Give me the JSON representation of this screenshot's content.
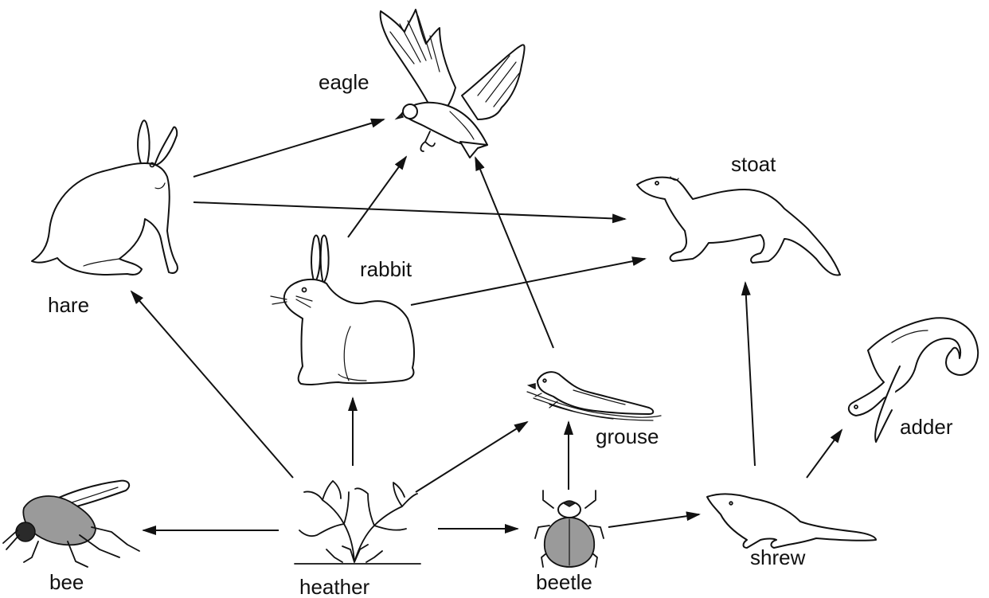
{
  "organisms": {
    "eagle": "eagle",
    "hare": "hare",
    "stoat": "stoat",
    "rabbit": "rabbit",
    "adder": "adder",
    "grouse": "grouse",
    "bee": "bee",
    "heather": "heather",
    "beetle": "beetle",
    "shrew": "shrew"
  },
  "feeding_links": [
    {
      "from": "heather",
      "to": "bee"
    },
    {
      "from": "heather",
      "to": "hare"
    },
    {
      "from": "heather",
      "to": "rabbit"
    },
    {
      "from": "heather",
      "to": "grouse"
    },
    {
      "from": "heather",
      "to": "beetle"
    },
    {
      "from": "beetle",
      "to": "grouse"
    },
    {
      "from": "beetle",
      "to": "shrew"
    },
    {
      "from": "shrew",
      "to": "stoat"
    },
    {
      "from": "shrew",
      "to": "adder"
    },
    {
      "from": "hare",
      "to": "eagle"
    },
    {
      "from": "hare",
      "to": "stoat"
    },
    {
      "from": "rabbit",
      "to": "eagle"
    },
    {
      "from": "rabbit",
      "to": "stoat"
    },
    {
      "from": "grouse",
      "to": "eagle"
    }
  ]
}
